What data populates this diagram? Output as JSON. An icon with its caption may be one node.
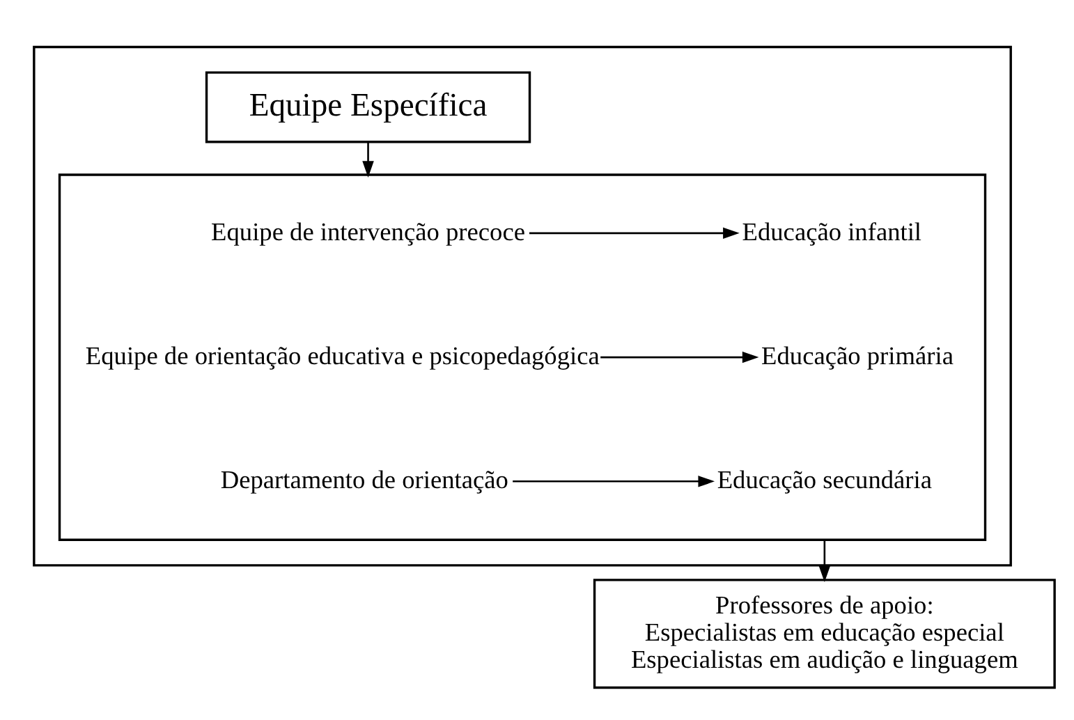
{
  "diagram": {
    "nodes": [
      {
        "text": [],
        "shape": "box"
      },
      {
        "text": [
          "Equipe Específica"
        ],
        "in": 0
      },
      {
        "text": [],
        "shape": "box",
        "in": 0
      },
      {
        "text": [
          "Equipe de intervenção precoce"
        ],
        "in": 2
      },
      {
        "text": [
          "Educação infantil"
        ],
        "in": 2
      },
      {
        "text": [
          "Equipe de orientação educativa e psicopedagógica"
        ],
        "in": 2
      },
      {
        "text": [
          "Educação primária"
        ],
        "in": 2
      },
      {
        "text": [
          "Departamento de orientação"
        ],
        "in": 2
      },
      {
        "text": [
          "Educação secundária"
        ],
        "in": 2
      },
      {
        "text": [
          "Professores de apoio:",
          "Especialistas em educação especial",
          "Especialistas em audição e linguagem"
        ]
      }
    ],
    "edges": [
      {
        "from": 1,
        "to": 2,
        "arrow": "to"
      },
      {
        "from": 3,
        "to": 4,
        "arrow": "to"
      },
      {
        "from": 5,
        "to": 6,
        "arrow": "to"
      },
      {
        "from": 7,
        "to": 8,
        "arrow": "to"
      },
      {
        "from": 2,
        "to": 9,
        "arrow": "to"
      }
    ]
  }
}
